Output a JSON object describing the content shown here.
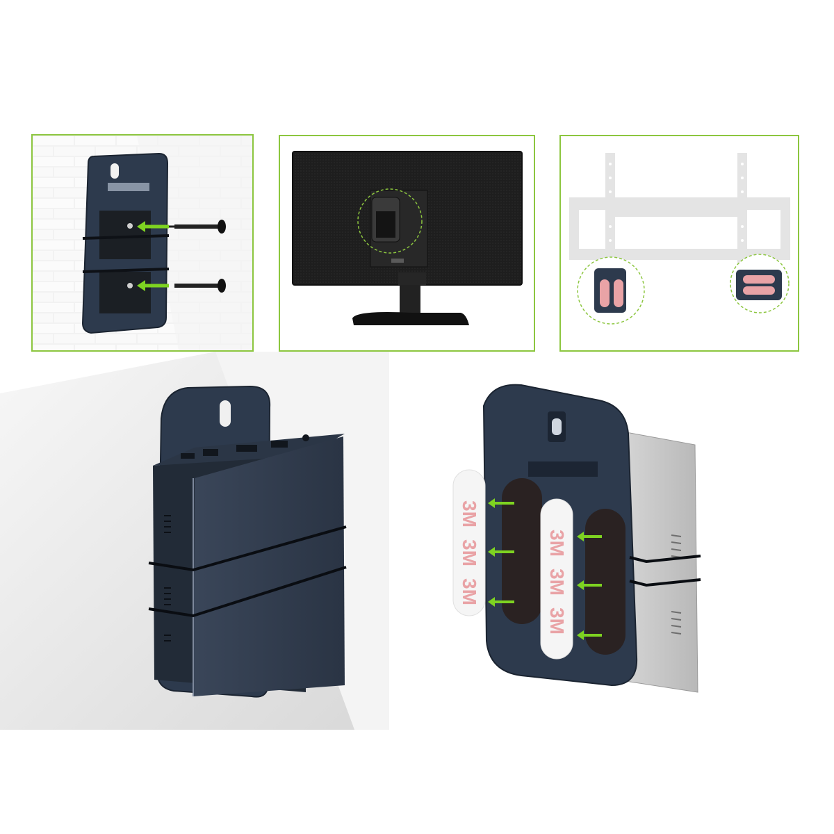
{
  "colors": {
    "panel_border": "#8cc63f",
    "arrow": "#7ed321",
    "mount_plate": "#2d3a4d",
    "monitor": "#1a1a1a",
    "tape_pink": "#e9a3a6"
  },
  "panels": [
    {
      "id": "wall-screw-mount",
      "icons": [
        "screw-icon",
        "arrow-icon"
      ]
    },
    {
      "id": "monitor-back-mount",
      "icons": [
        "monitor",
        "vesa-mount-highlight"
      ]
    },
    {
      "id": "tv-bracket-mount",
      "icons": [
        "tv-bracket",
        "mount-circle-left",
        "mount-circle-right"
      ]
    }
  ],
  "adhesive_tape": {
    "brand_mark": "3M"
  }
}
